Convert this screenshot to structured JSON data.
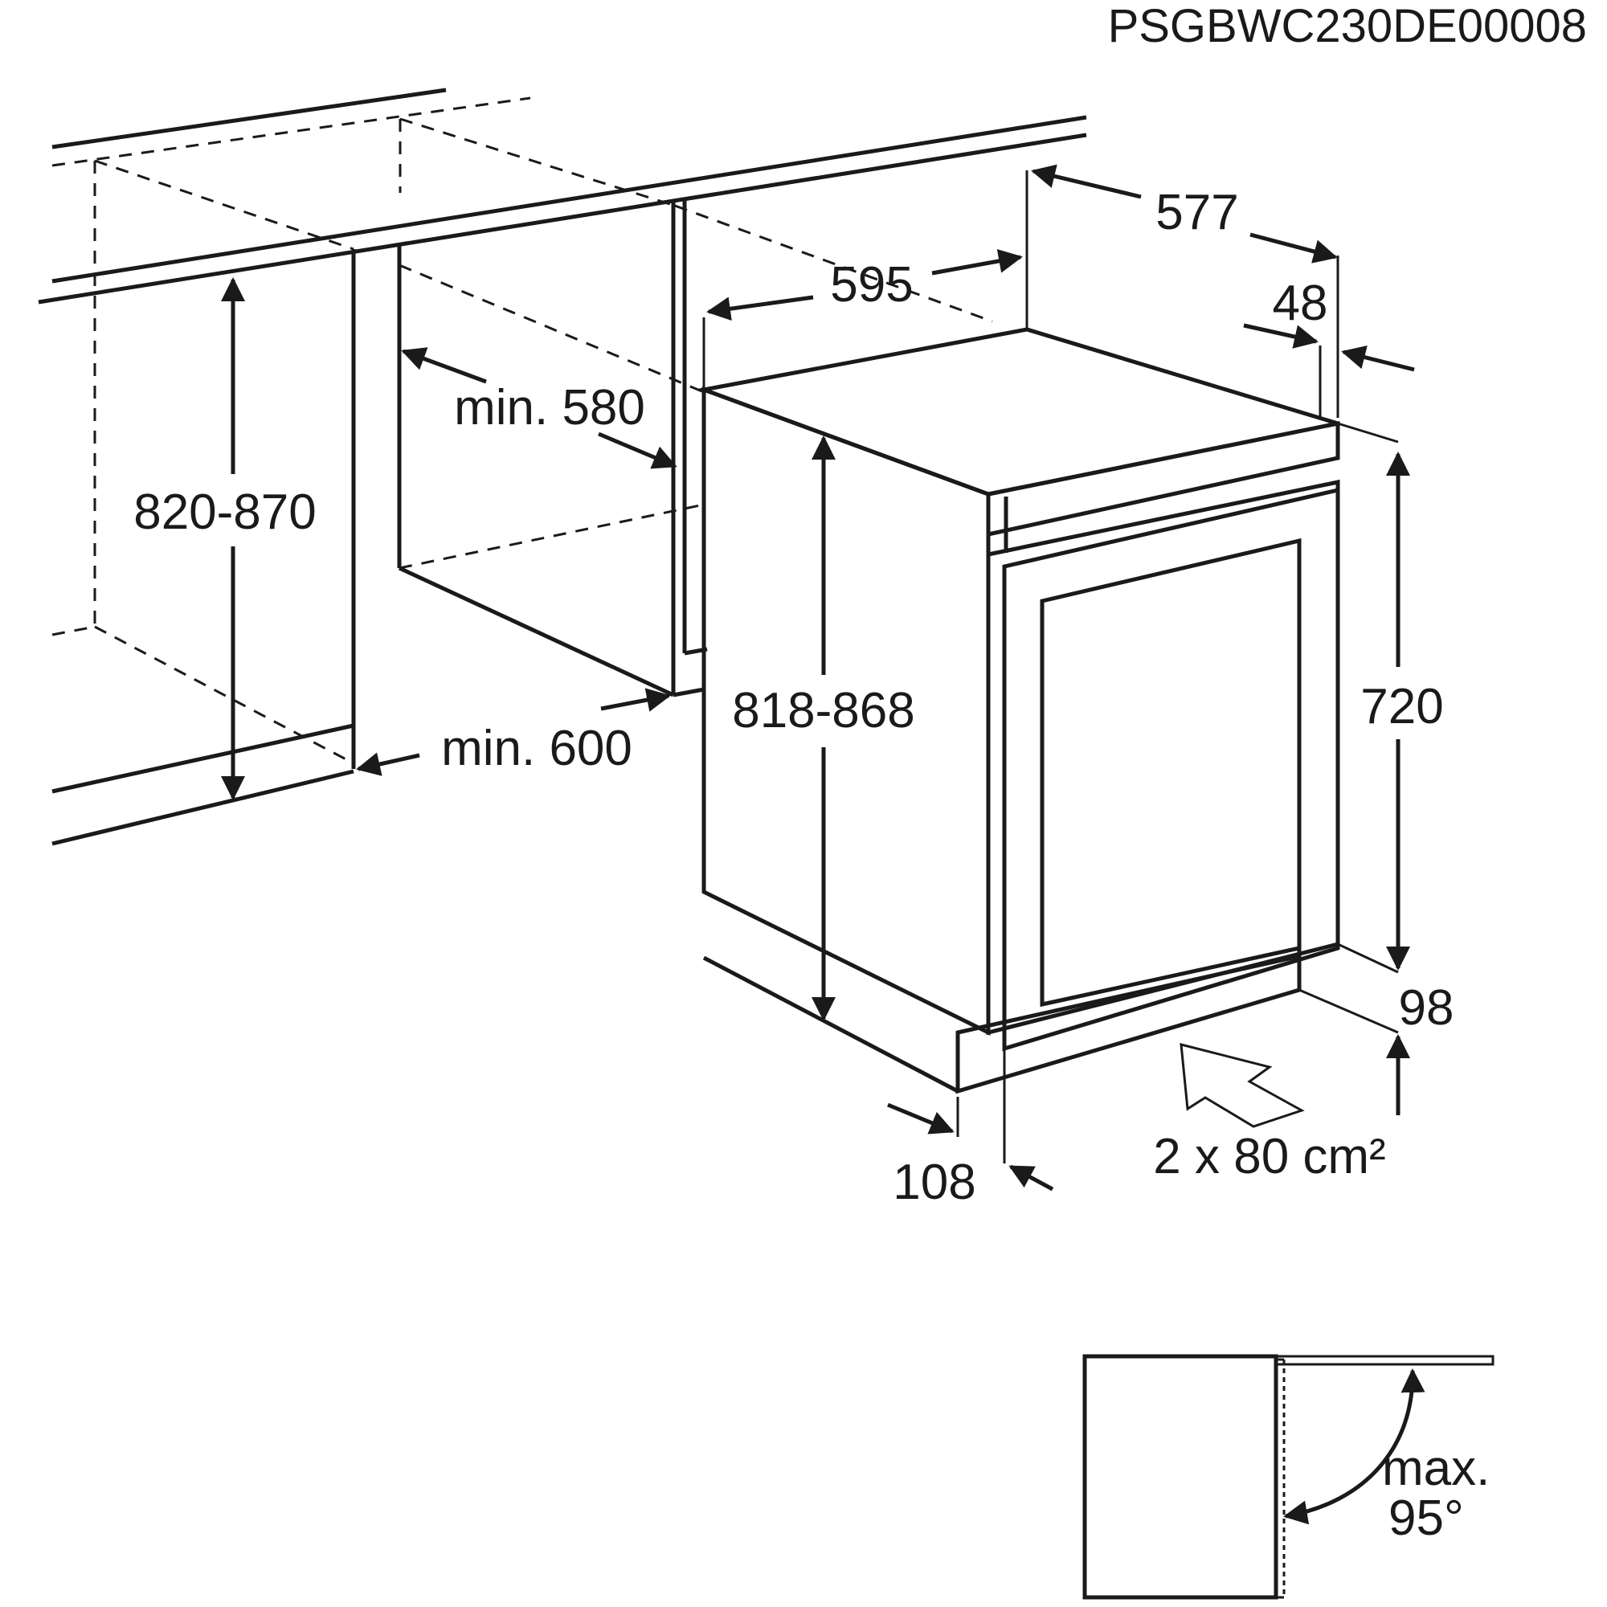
{
  "header": {
    "code": "PSGBWC230DE00008"
  },
  "dimensions": {
    "niche_height": "820-870",
    "niche_depth": "min. 580",
    "niche_width": "min. 600",
    "width": "595",
    "depth": "577",
    "door_offset": "48",
    "height_range": "818-868",
    "body_height": "720",
    "plinth_height": "98",
    "plinth_depth": "108",
    "ventilation": "2 x 80 cm²"
  },
  "door_swing": {
    "max_label": "max.",
    "angle_label": "95°"
  },
  "colors": {
    "line": "#1a1a1a",
    "background": "#ffffff"
  }
}
